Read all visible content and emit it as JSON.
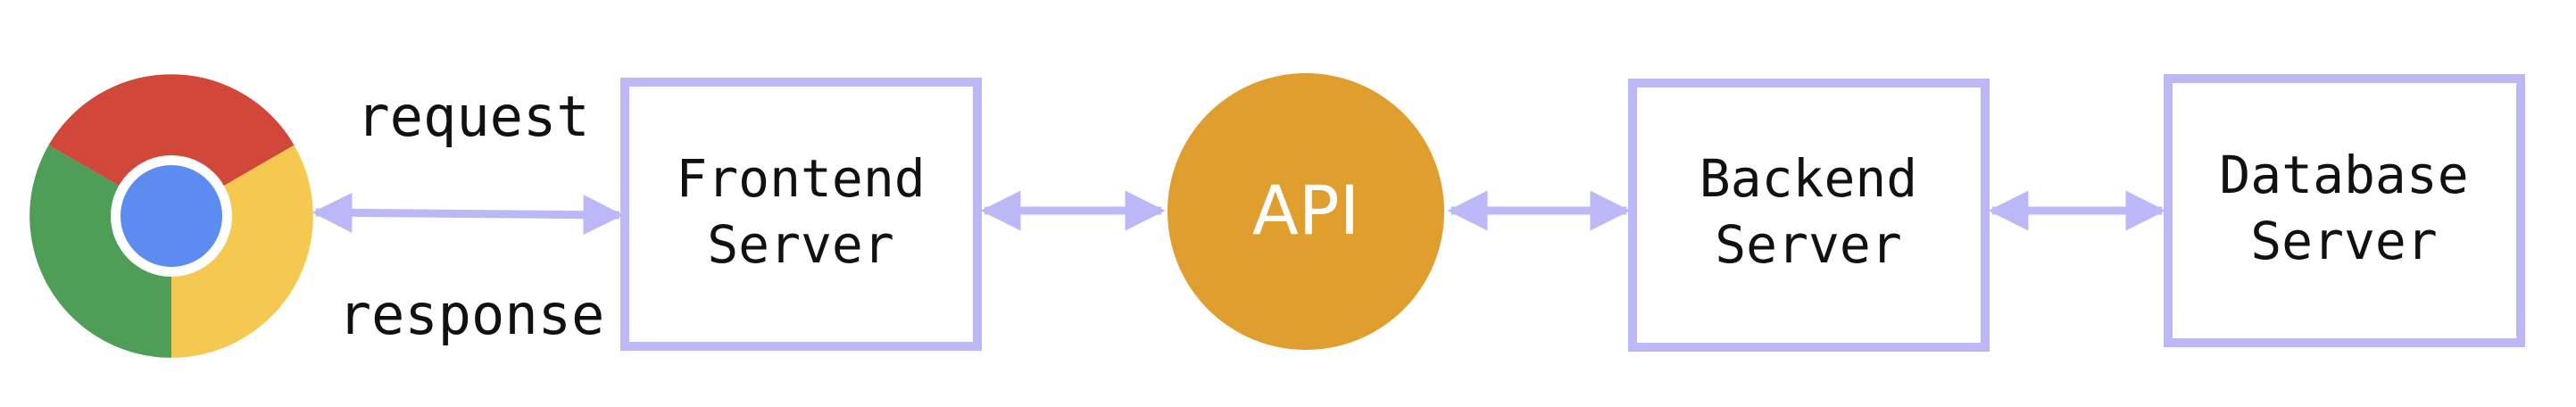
{
  "browser": {
    "icon": "chrome-icon"
  },
  "edges": {
    "request_label": "request",
    "response_label": "response"
  },
  "nodes": {
    "frontend": {
      "line1": "Frontend",
      "line2": "Server"
    },
    "api": {
      "label": "API"
    },
    "backend": {
      "line1": "Backend",
      "line2": "Server"
    },
    "database": {
      "line1": "Database",
      "line2": "Server"
    }
  },
  "colors": {
    "box_border": "#bcb8f7",
    "arrow": "#bcb8f7",
    "api_fill": "#e09e2f",
    "chrome_red": "#d1473a",
    "chrome_green": "#4f9e58",
    "chrome_yellow": "#f5c94f",
    "chrome_blue": "#5c8cf0"
  }
}
